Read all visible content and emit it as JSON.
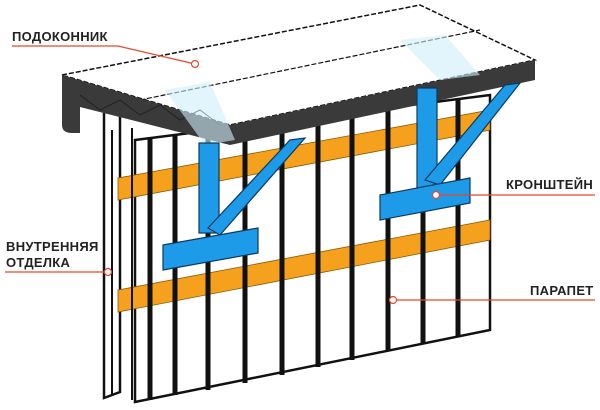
{
  "labels": {
    "sill": "ПОДОКОННИК",
    "interior_line1": "ВНУТРЕННЯЯ",
    "interior_line2": "ОТДЕЛКА",
    "bracket": "КРОНШТЕЙН",
    "parapet": "ПАРАПЕТ"
  },
  "colors": {
    "bracket": "#1e9be8",
    "rail": "#f5a11e",
    "outline": "#111111",
    "sill_edge": "#3a3a3a",
    "leader": "#e8472b"
  }
}
